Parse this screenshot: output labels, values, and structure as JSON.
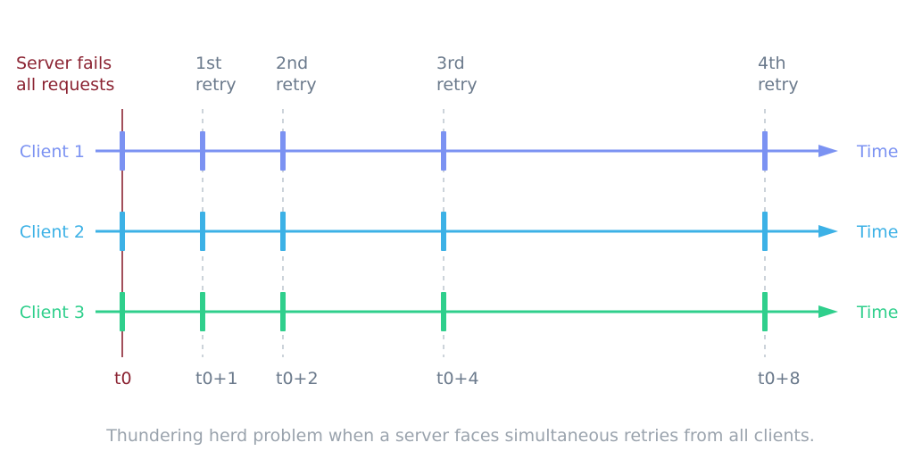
{
  "event": {
    "label_lines": [
      "Server fails",
      "all requests"
    ],
    "tick_label": "t0",
    "color": "#8b2332"
  },
  "retries": [
    {
      "label_lines": [
        "1st",
        "retry"
      ],
      "tick_label": "t0+1",
      "offset": 1
    },
    {
      "label_lines": [
        "2nd",
        "retry"
      ],
      "tick_label": "t0+2",
      "offset": 2
    },
    {
      "label_lines": [
        "3rd",
        "retry"
      ],
      "tick_label": "t0+4",
      "offset": 4
    },
    {
      "label_lines": [
        "4th",
        "retry"
      ],
      "tick_label": "t0+8",
      "offset": 8
    }
  ],
  "clients": [
    {
      "name": "Client 1",
      "axis_label": "Time",
      "color": "#7b92f2"
    },
    {
      "name": "Client 2",
      "axis_label": "Time",
      "color": "#3cb1e6"
    },
    {
      "name": "Client 3",
      "axis_label": "Time",
      "color": "#2fcf8c"
    }
  ],
  "muted_color": "#6b7a8c",
  "guide_color": "#b7c0cb",
  "caption": "Thundering herd problem when a server faces simultaneous retries from all clients.",
  "caption_color": "#9aa3ad"
}
